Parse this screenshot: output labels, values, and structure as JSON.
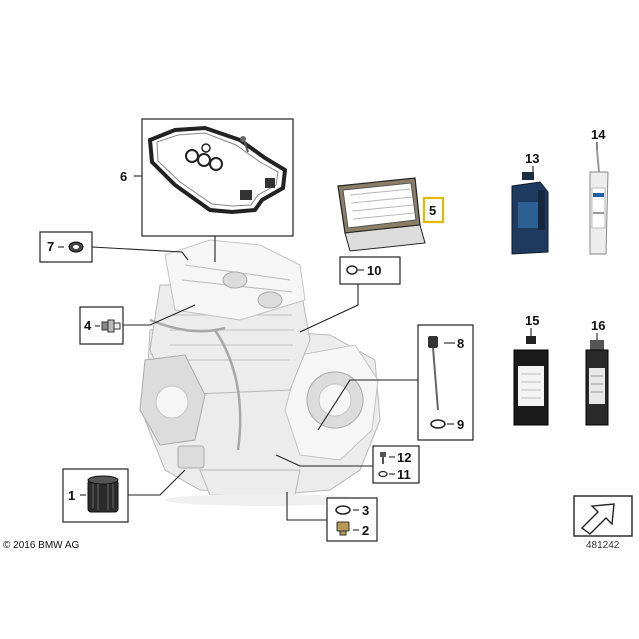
{
  "callouts": {
    "c1": "1",
    "c2": "2",
    "c3": "3",
    "c4": "4",
    "c5": "5",
    "c6": "6",
    "c7": "7",
    "c8": "8",
    "c9": "9",
    "c10": "10",
    "c11": "11",
    "c12": "12",
    "c13": "13",
    "c14": "14",
    "c15": "15",
    "c16": "16"
  },
  "highlight_color": "#e8b800",
  "footer": {
    "copyright": "© 2016 BMW AG",
    "diagram_id": "481242"
  },
  "icons": [
    "navigate-arrow-icon"
  ]
}
